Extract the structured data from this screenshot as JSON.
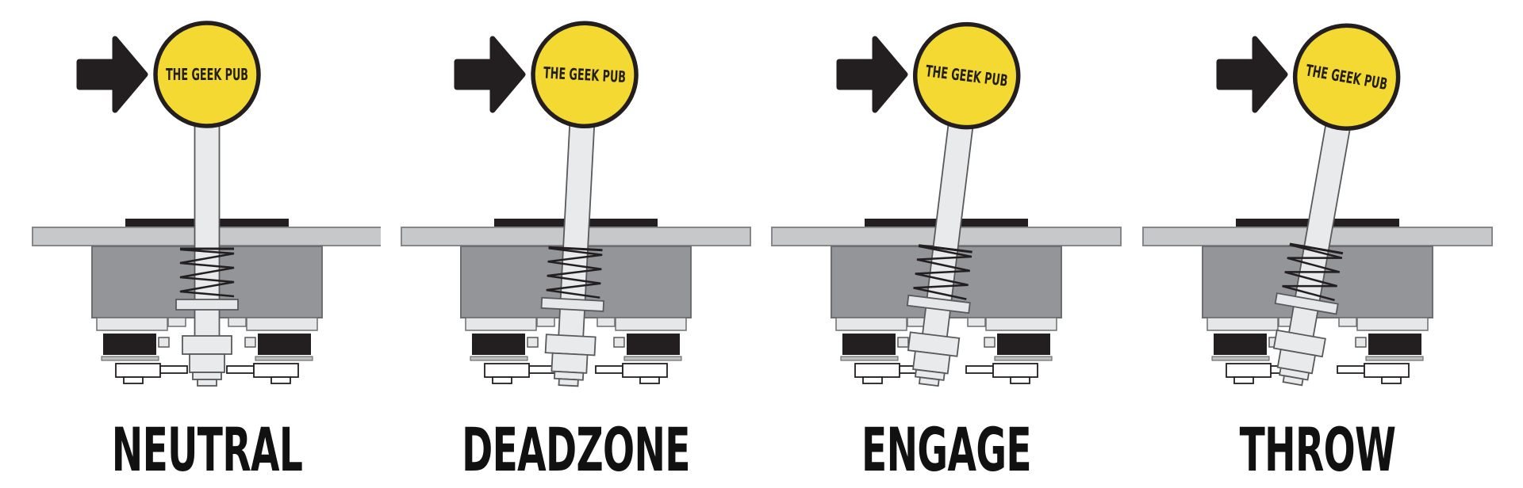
{
  "diagram": {
    "ball_text": "THE GEEK PUB",
    "colors": {
      "ball_yellow": "#F3D931",
      "outline_black": "#231F20",
      "mount_plate_gray": "#C7C8CA",
      "body_gray": "#939598",
      "shaft_light_gray": "#E9EAEB",
      "part_light_gray": "#E6E7E8",
      "white": "#FFFFFF",
      "label_black": "#111111"
    },
    "panels": [
      {
        "label": "NEUTRAL",
        "tilt_degrees": 0
      },
      {
        "label": "DEADZONE",
        "tilt_degrees": 3
      },
      {
        "label": "ENGAGE",
        "tilt_degrees": 7
      },
      {
        "label": "THROW",
        "tilt_degrees": 10
      }
    ]
  }
}
